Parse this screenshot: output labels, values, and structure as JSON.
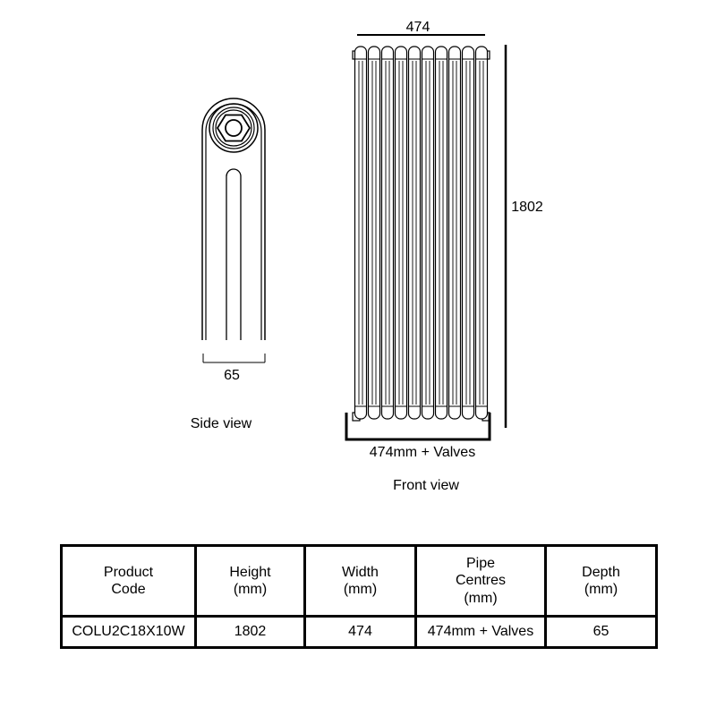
{
  "front_view": {
    "width_dim": "474",
    "height_dim": "1802",
    "pipe_label": "474mm + Valves",
    "caption": "Front view",
    "column_count": 10
  },
  "side_view": {
    "depth_dim": "65",
    "caption": "Side view"
  },
  "spec_table": {
    "headers": [
      "Product\nCode",
      "Height\n(mm)",
      "Width\n(mm)",
      "Pipe\nCentres\n(mm)",
      "Depth\n(mm)"
    ],
    "rows": [
      [
        "COLU2C18X10W",
        "1802",
        "474",
        "474mm + Valves",
        "65"
      ]
    ]
  }
}
